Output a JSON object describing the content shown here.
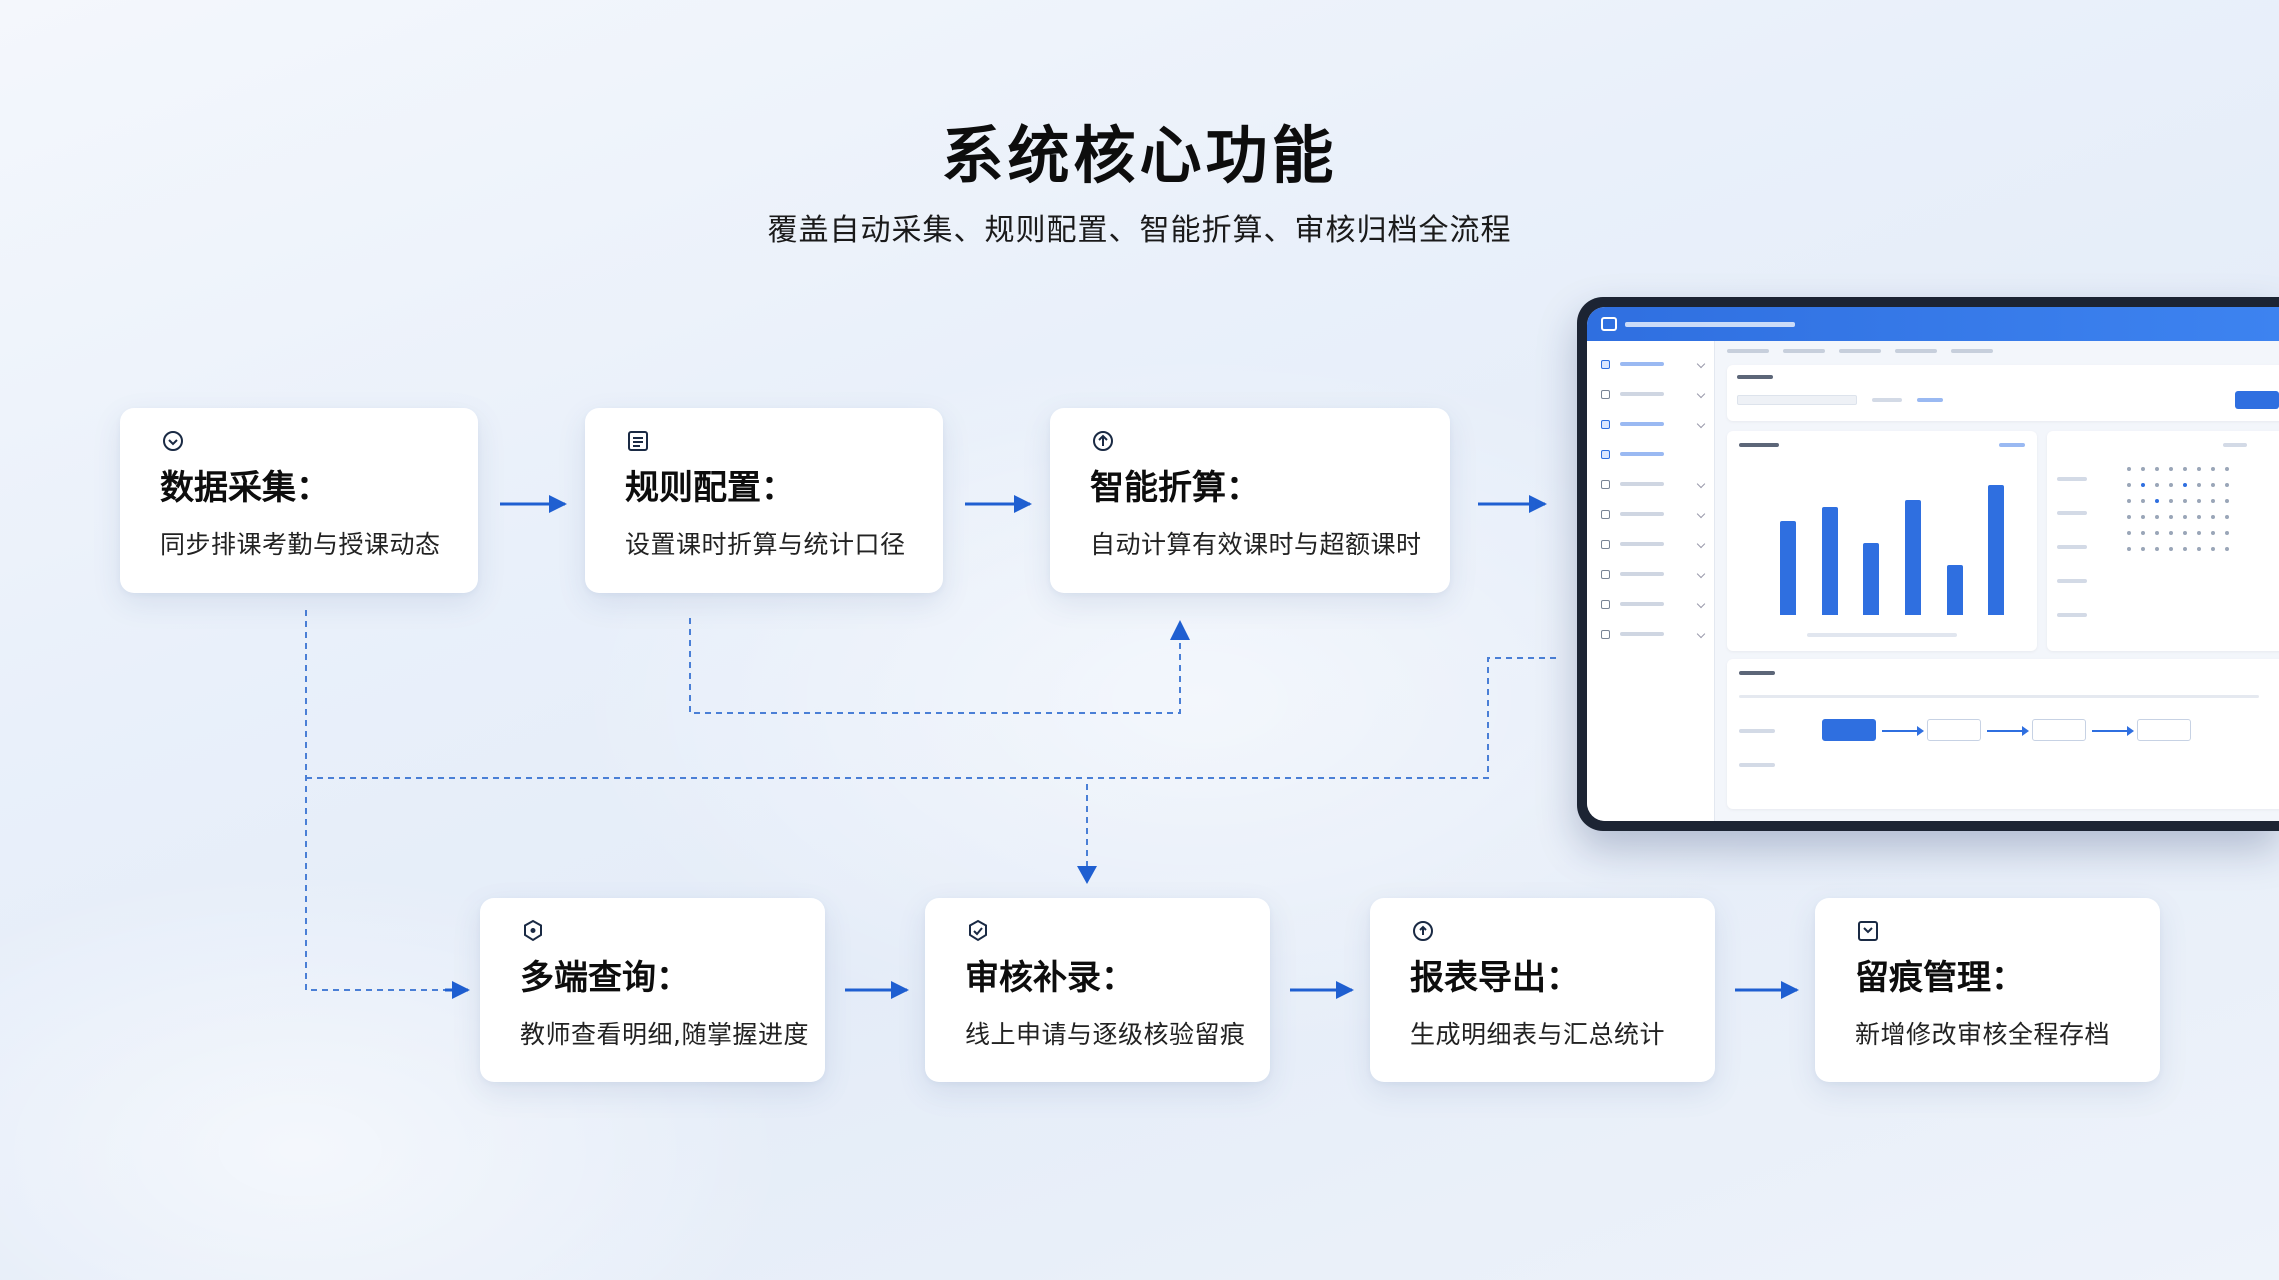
{
  "title": "系统核心功能",
  "subtitle": "覆盖自动采集、规则配置、智能折算、审核归档全流程",
  "cards": [
    {
      "title": "数据采集：",
      "desc": "同步排课考勤与授课动态",
      "icon": "chevron-circle-icon"
    },
    {
      "title": "规则配置：",
      "desc": "设置课时折算与统计口径",
      "icon": "list-document-icon"
    },
    {
      "title": "智能折算：",
      "desc": "自动计算有效课时与超额课时",
      "icon": "refresh-circle-icon"
    },
    {
      "title": "多端查询：",
      "desc": "教师查看明细,随掌握进度",
      "icon": "hexagon-shield-icon"
    },
    {
      "title": "审核补录：",
      "desc": "线上申请与逐级核验留痕",
      "icon": "review-badge-icon"
    },
    {
      "title": "报表导出：",
      "desc": "生成明细表与汇总统计",
      "icon": "export-circle-icon"
    },
    {
      "title": "留痕管理：",
      "desc": "新增修改审核全程存档",
      "icon": "archive-box-icon"
    }
  ],
  "dashboard": {
    "bar_chart": {
      "type": "bar",
      "values": [
        6.5,
        7.5,
        5.0,
        8.0,
        3.5,
        9.0
      ],
      "ylim": [
        0,
        10
      ]
    }
  },
  "colors": {
    "accent": "#2f6fe0",
    "arrow": "#1f5fd1",
    "dashed": "#4a7fd6"
  }
}
